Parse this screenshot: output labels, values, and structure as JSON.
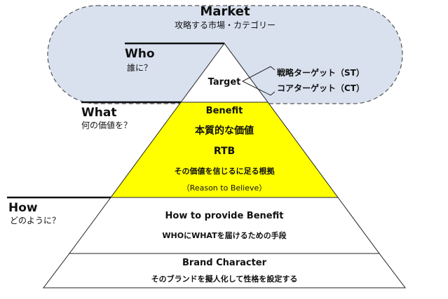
{
  "market": {
    "title": "Market",
    "subtitle": "攻略する市場・カテゴリー"
  },
  "who": {
    "heading": "Who",
    "question": "誰に？"
  },
  "target": {
    "label": "Target",
    "notes": [
      "戦略ターゲット（ST）",
      "コアターゲット（CT）"
    ]
  },
  "what": {
    "heading": "What",
    "question": "何の価値を？",
    "benefit": "Benefit",
    "essential_value": "本質的な価値",
    "rtb": "RTB",
    "rtb_desc": "その価値を信じるに足る根拠",
    "rtb_full": "（Reason to Believe）"
  },
  "how": {
    "heading": "How",
    "question": "どのように？",
    "title": "How to provide Benefit",
    "desc": "WHOにWHATを届けるための手段"
  },
  "brand": {
    "title": "Brand Character",
    "desc": "そのブランドを擬人化して性格を設定する"
  },
  "colors": {
    "market_fill": "#d9e1ef",
    "market_stroke": "#555555",
    "benefit_fill": "#ffff00",
    "line": "#222222"
  }
}
